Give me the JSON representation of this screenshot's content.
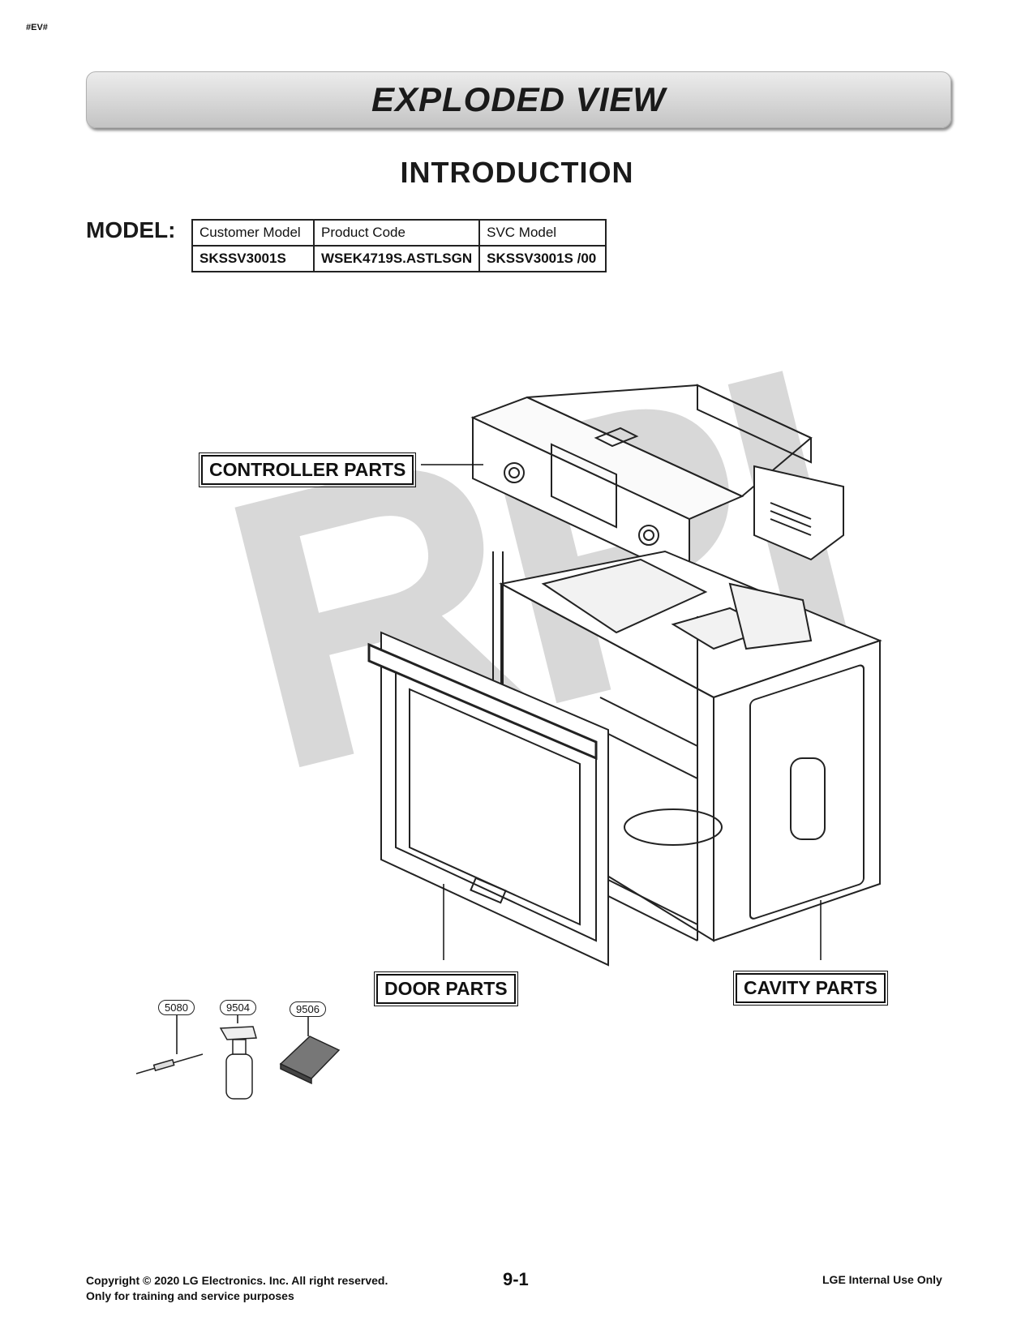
{
  "doc_tag": "#EV#",
  "banner_title": "EXPLODED VIEW",
  "section_title": "INTRODUCTION",
  "model_label": "MODEL:",
  "model_table": {
    "headers": [
      "Customer Model",
      "Product Code",
      "SVC Model"
    ],
    "values": [
      "SKSSV3001S",
      "WSEK4719S.ASTLSGN",
      "SKSSV3001S  /00"
    ]
  },
  "callouts": {
    "controller": "CONTROLLER PARTS",
    "door": "DOOR PARTS",
    "cavity": "CAVITY PARTS"
  },
  "watermark": "RPI",
  "accessory_parts": [
    {
      "number": "5080",
      "icon": "probe-icon"
    },
    {
      "number": "9504",
      "icon": "spray-bottle-icon"
    },
    {
      "number": "9506",
      "icon": "scrub-pad-icon"
    }
  ],
  "footer": {
    "copyright": "Copyright © 2020 LG Electronics. Inc. All right reserved.",
    "purpose": "Only for training and service purposes",
    "page": "9-1",
    "confidential": "LGE Internal Use Only"
  }
}
